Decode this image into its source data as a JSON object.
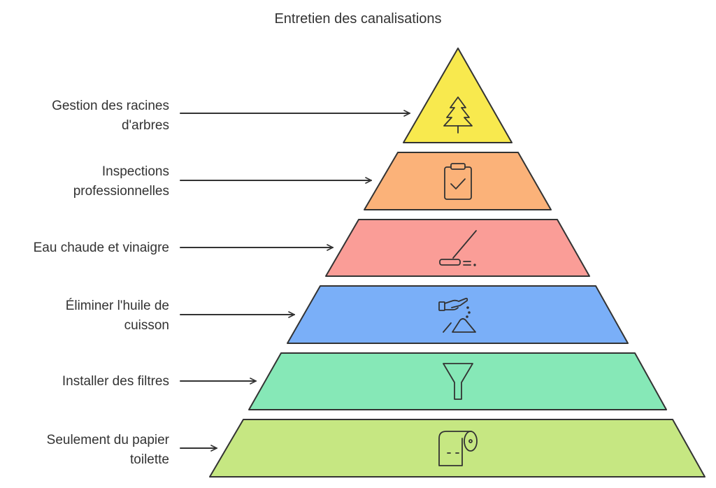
{
  "title": "Entretien des canalisations",
  "levels": [
    {
      "lines": [
        "Gestion des racines",
        "d'arbres"
      ],
      "color": "#f8e94e",
      "icon": "pine-tree-icon"
    },
    {
      "lines": [
        "Inspections",
        "professionnelles"
      ],
      "color": "#fbb279",
      "icon": "clipboard-check-icon"
    },
    {
      "lines": [
        "Eau chaude et vinaigre"
      ],
      "color": "#fa9d97",
      "icon": "mop-icon"
    },
    {
      "lines": [
        "Éliminer l'huile de",
        "cuisson"
      ],
      "color": "#7aaff8",
      "icon": "hand-sprinkle-icon"
    },
    {
      "lines": [
        "Installer des filtres"
      ],
      "color": "#86e8b7",
      "icon": "funnel-icon"
    },
    {
      "lines": [
        "Seulement du papier",
        "toilette"
      ],
      "color": "#c6e782",
      "icon": "toilet-paper-icon"
    }
  ]
}
